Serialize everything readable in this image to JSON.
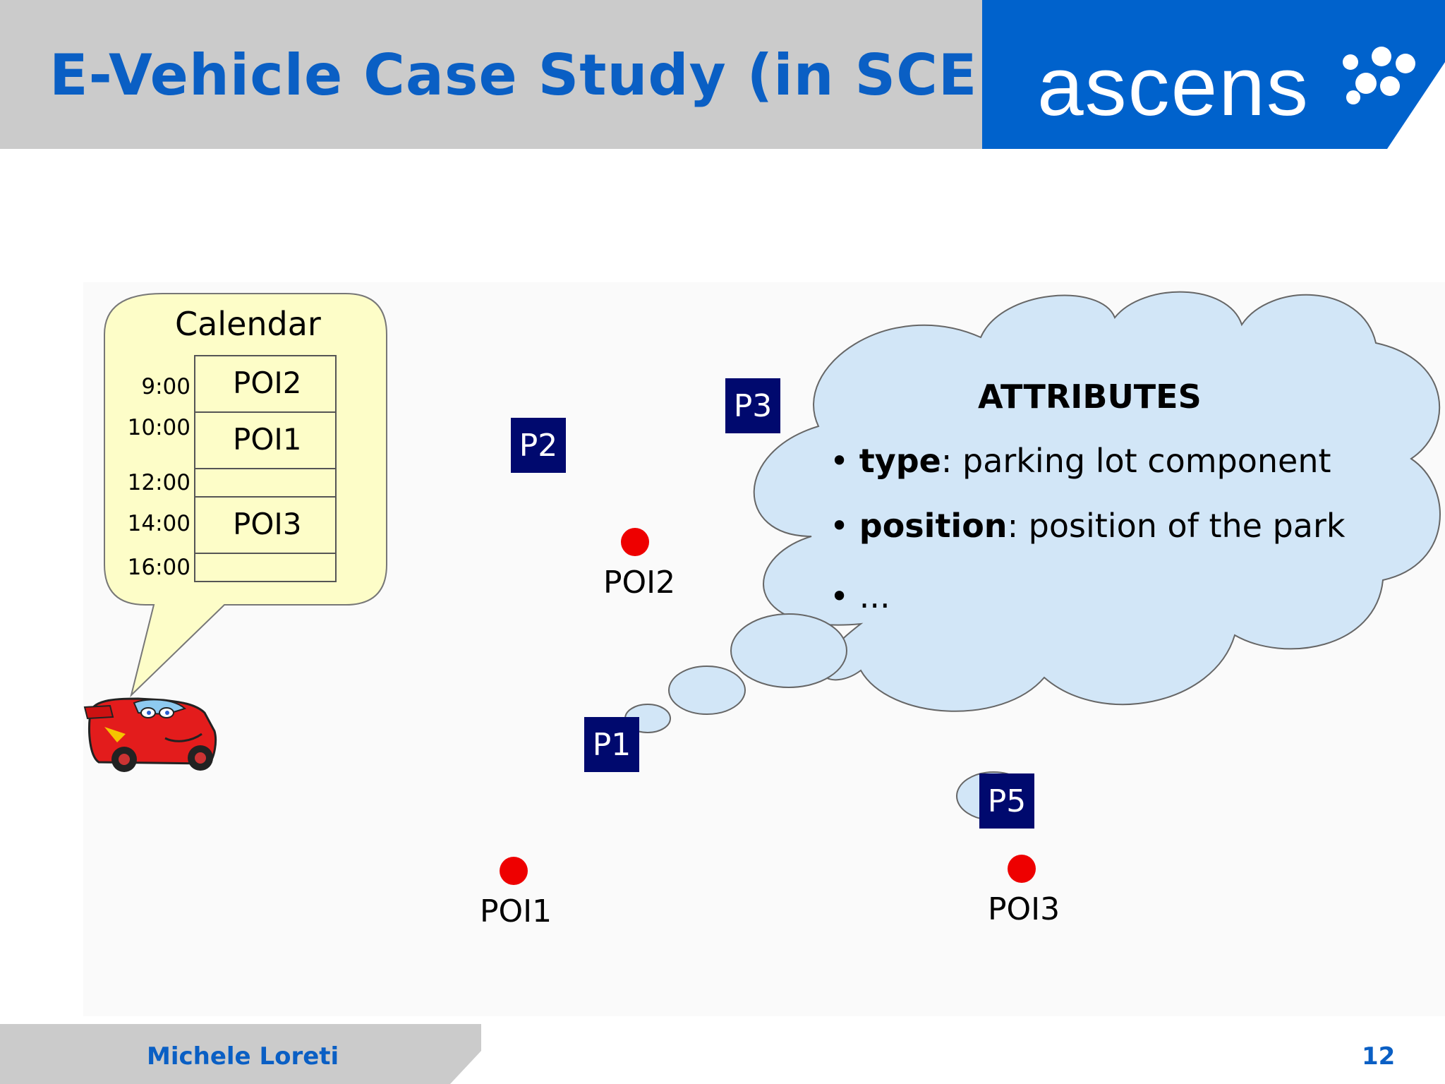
{
  "header": {
    "title": "E-Vehicle Case Study (in SCEL)...",
    "logo_text": "ascens",
    "header_color": "#cbcbcb",
    "logo_color": "#0062cc",
    "title_color": "#0a5fc4"
  },
  "calendar": {
    "title": "Calendar",
    "rows": [
      {
        "time": "9:00",
        "poi": "POI2"
      },
      {
        "time": "10:00",
        "poi": "POI1"
      },
      {
        "time": "12:00",
        "poi": ""
      },
      {
        "time": "14:00",
        "poi": "POI3"
      },
      {
        "time": "16:00",
        "poi": ""
      }
    ],
    "bubble_color": "#fdfdc8"
  },
  "parking_lots": [
    {
      "label": "P2"
    },
    {
      "label": "P3"
    },
    {
      "label": "P1"
    },
    {
      "label": "P5"
    }
  ],
  "pois": [
    {
      "label": "POI2"
    },
    {
      "label": "POI1"
    },
    {
      "label": "POI3"
    }
  ],
  "attributes": {
    "title": "ATTRIBUTES",
    "items": [
      {
        "name": "type",
        "value": ": parking lot component"
      },
      {
        "name": "position",
        "value": ": position of the park"
      },
      {
        "name": "",
        "value": "..."
      }
    ],
    "cloud_color": "#d2e6f7"
  },
  "footer": {
    "author": "Michele Loreti",
    "page": "12"
  },
  "icons": [
    "car-icon",
    "poi-marker-icon",
    "ascens-dots-icon"
  ]
}
